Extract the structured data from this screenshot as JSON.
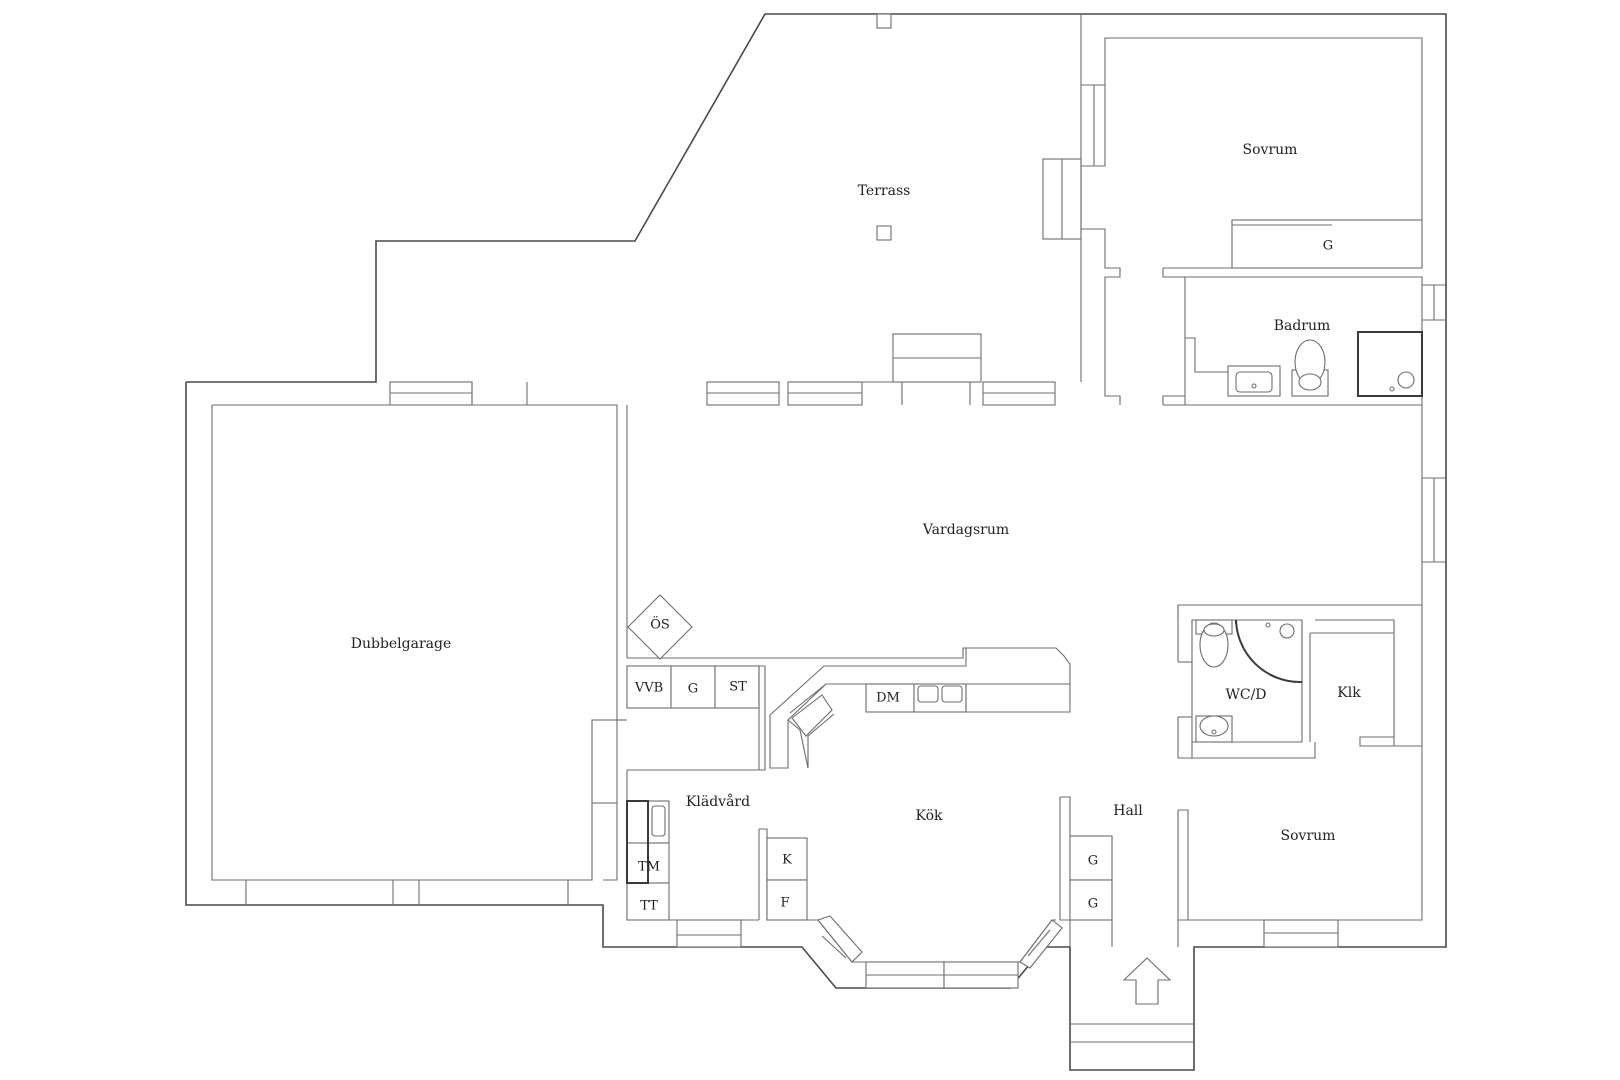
{
  "plan": {
    "rooms": {
      "terrass": "Terrass",
      "sovrum_top": "Sovrum",
      "badrum": "Badrum",
      "vardagsrum": "Vardagsrum",
      "dubbelgarage": "Dubbelgarage",
      "wcd": "WC/D",
      "klk": "Klk",
      "kladvard": "Klädvård",
      "kok": "Kök",
      "hall": "Hall",
      "sovrum_bottom": "Sovrum"
    },
    "fixtures": {
      "g_sovrum": "G",
      "os": "ÖS",
      "vvb": "VVB",
      "g_kladvard": "G",
      "st": "ST",
      "dm": "DM",
      "tm": "TM",
      "tt": "TT",
      "k": "K",
      "f": "F",
      "g_hall_1": "G",
      "g_hall_2": "G"
    }
  }
}
